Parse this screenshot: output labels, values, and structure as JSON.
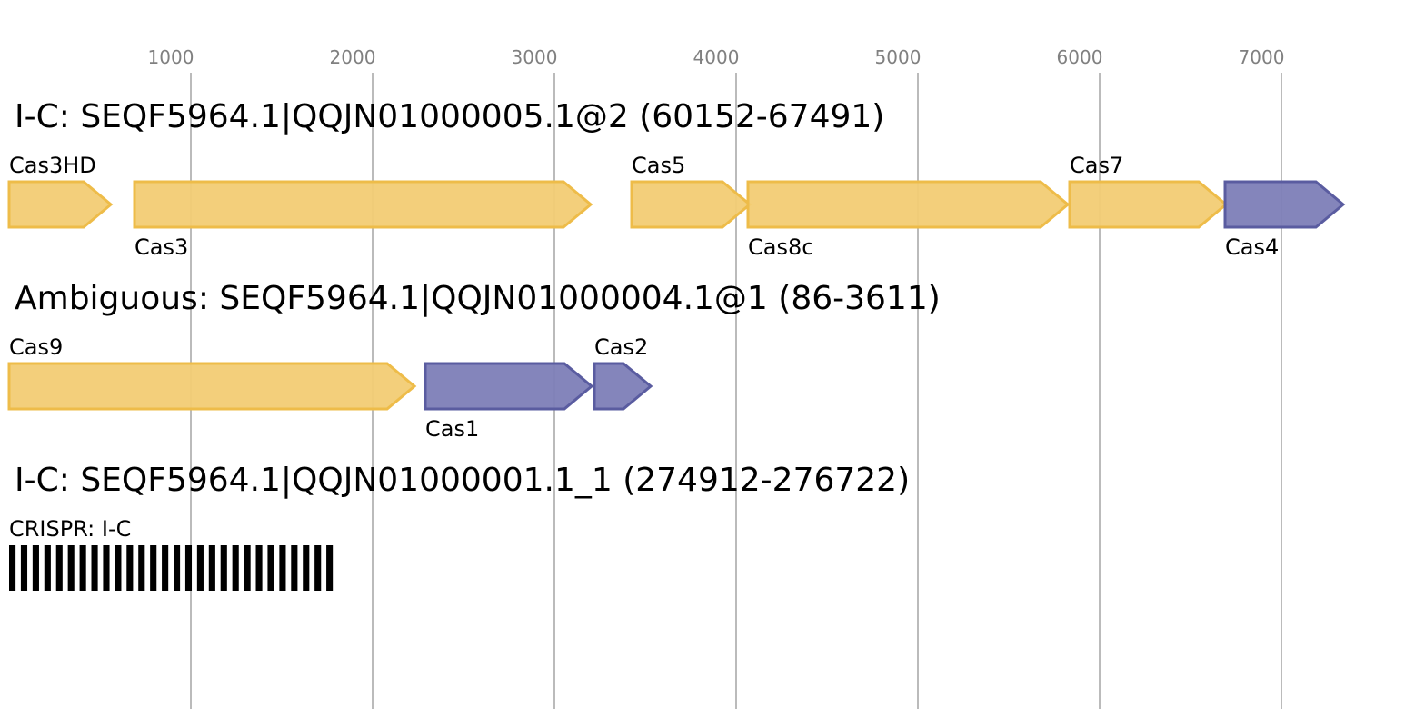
{
  "axis": {
    "ticks": [
      1000,
      2000,
      3000,
      4000,
      5000,
      6000,
      7000
    ],
    "range": [
      0,
      7700
    ]
  },
  "colors": {
    "yellow_fill": "#f2cc74",
    "yellow_stroke": "#eebc49",
    "blue_fill": "#7d7eb7",
    "blue_stroke": "#5a5ca0",
    "crispr_bar": "#000000",
    "grid": "#bbbbbb",
    "tick_text": "#808080"
  },
  "loci": [
    {
      "title": "I-C: SEQF5964.1|QQJN01000005.1@2 (60152-67491)",
      "genes": [
        {
          "name": "Cas3HD",
          "start": 0,
          "end": 560,
          "color": "yellow",
          "label_pos": "above"
        },
        {
          "name": "Cas3",
          "start": 690,
          "end": 3200,
          "color": "yellow",
          "label_pos": "below"
        },
        {
          "name": "Cas5",
          "start": 3425,
          "end": 4075,
          "color": "yellow",
          "label_pos": "above"
        },
        {
          "name": "Cas8c",
          "start": 4065,
          "end": 5825,
          "color": "yellow",
          "label_pos": "below"
        },
        {
          "name": "Cas7",
          "start": 5835,
          "end": 6695,
          "color": "yellow",
          "label_pos": "above"
        },
        {
          "name": "Cas4",
          "start": 6690,
          "end": 7340,
          "color": "blue",
          "label_pos": "below"
        }
      ]
    },
    {
      "title": "Ambiguous: SEQF5964.1|QQJN01000004.1@1 (86-3611)",
      "genes": [
        {
          "name": "Cas9",
          "start": 0,
          "end": 2230,
          "color": "yellow",
          "label_pos": "above"
        },
        {
          "name": "Cas1",
          "start": 2290,
          "end": 3205,
          "color": "blue",
          "label_pos": "below"
        },
        {
          "name": "Cas2",
          "start": 3220,
          "end": 3530,
          "color": "blue",
          "label_pos": "above"
        }
      ]
    },
    {
      "title": "I-C: SEQF5964.1|QQJN01000001.1_1 (274912-276722)",
      "crispr": {
        "label": "CRISPR: I-C",
        "start": 0,
        "end": 1810,
        "repeats": 28
      }
    }
  ]
}
